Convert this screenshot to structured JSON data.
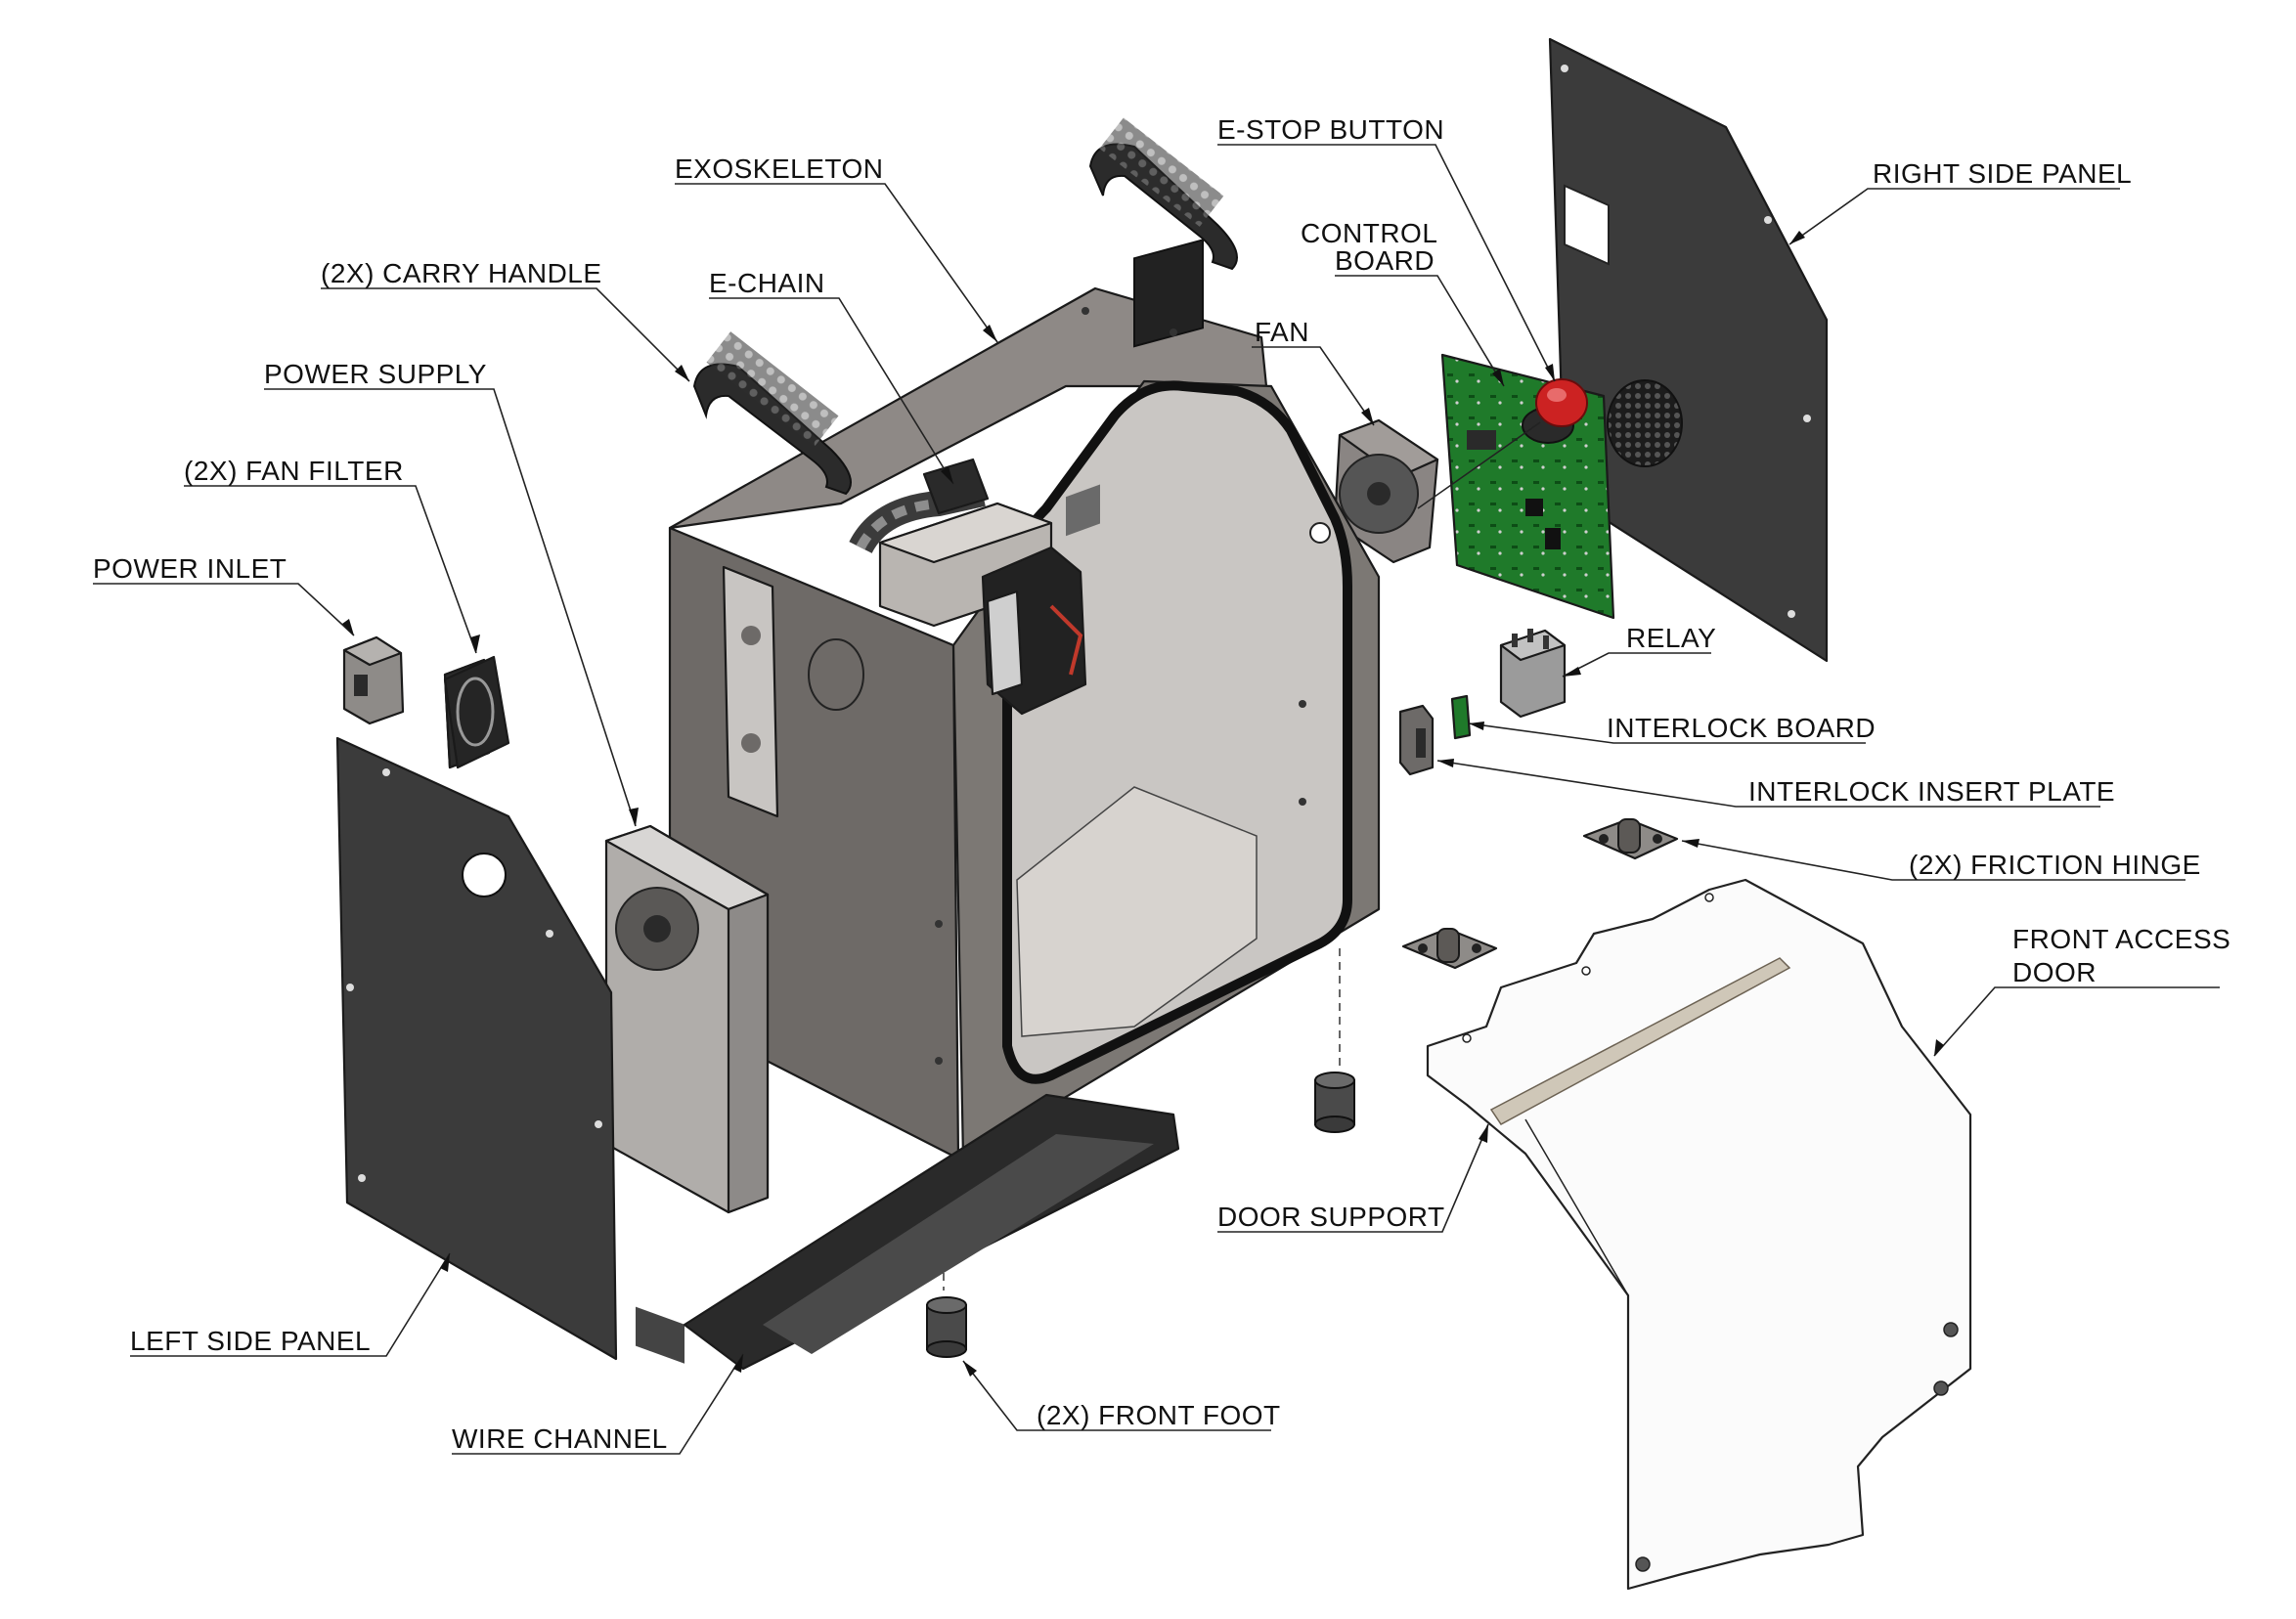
{
  "colors": {
    "panel_dark": "#3a3a3a",
    "frame_gray": "#7c7874",
    "frame_dark": "#5e5a57",
    "pcb_green": "#1f7a2a",
    "estop_red": "#cc2222",
    "door_clear": "#fbfbfb",
    "handle_black": "#2b2b2b"
  },
  "labels": {
    "exoskeleton": "EXOSKELETON",
    "carry_handle": "(2X) CARRY HANDLE",
    "e_chain": "E-CHAIN",
    "power_supply": "POWER SUPPLY",
    "fan_filter": "(2X) FAN FILTER",
    "power_inlet": "POWER INLET",
    "left_side_panel": "LEFT SIDE PANEL",
    "wire_channel": "WIRE CHANNEL",
    "front_foot": "(2X) FRONT FOOT",
    "door_support": "DOOR SUPPORT",
    "front_access_door_1": "FRONT ACCESS",
    "front_access_door_2": "DOOR",
    "friction_hinge": "(2X) FRICTION HINGE",
    "interlock_insert_plate": "INTERLOCK INSERT PLATE",
    "interlock_board": "INTERLOCK BOARD",
    "relay": "RELAY",
    "right_side_panel": "RIGHT SIDE PANEL",
    "e_stop_button": "E-STOP BUTTON",
    "control_board_1": "CONTROL",
    "control_board_2": "BOARD",
    "fan": "FAN"
  }
}
